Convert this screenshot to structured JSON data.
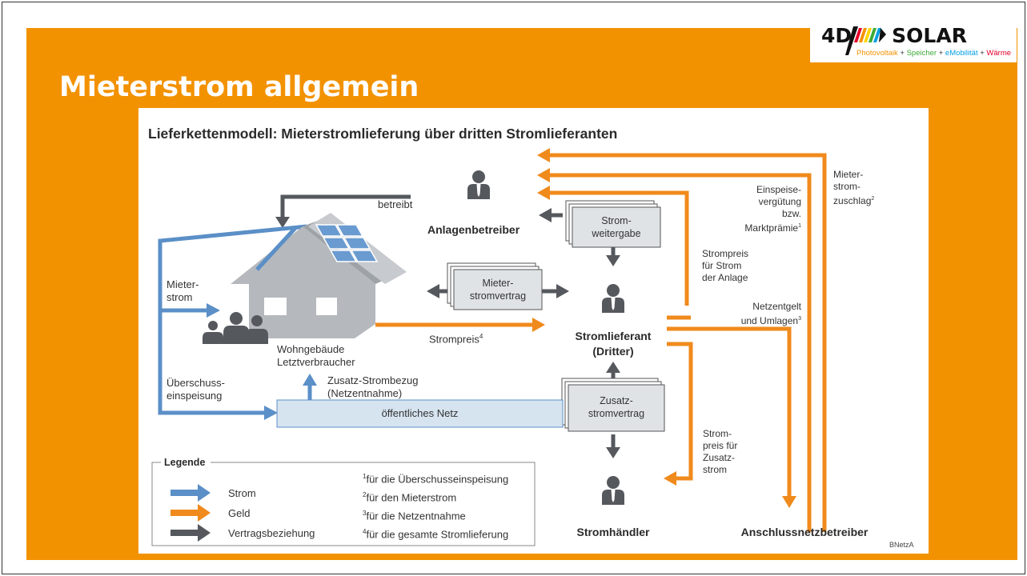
{
  "logo": {
    "brand_left": "4D",
    "brand_right": "SOLAR",
    "tag_part1": "Photovoltaik",
    "tag_plus1": " + ",
    "tag_part2": "Speicher",
    "tag_plus2": " + ",
    "tag_part3": "eMobilität",
    "tag_plus3": " + ",
    "tag_part4": "Wärme"
  },
  "slide_title": "Mieterstrom allgemein",
  "diagram": {
    "title": "Lieferkettenmodell: Mieterstromlieferung über dritten Stromlieferanten",
    "actors": {
      "anlagenbetreiber": "Anlagenbetreiber",
      "stromlieferant": [
        "Stromlieferant",
        "(Dritter)"
      ],
      "stromhaendler": "Stromhändler",
      "anschlussnetzbetreiber": "Anschlussnetzbetreiber",
      "wohngebaeude": [
        "Wohngebäude",
        "Letztverbraucher"
      ]
    },
    "boxes": {
      "stromweitergabe": [
        "Strom-",
        "weitergabe"
      ],
      "mieterstromvertrag": [
        "Mieter-",
        "stromvertrag"
      ],
      "zusatzstromvertrag": [
        "Zusatz-",
        "stromvertrag"
      ],
      "netz": "öffentliches Netz"
    },
    "labels": {
      "betreibt": "betreibt",
      "mieterstrom": [
        "Mieter-",
        "strom"
      ],
      "ueberschuss": [
        "Überschuss-",
        "einspeisung"
      ],
      "zusatz_bezug": [
        "Zusatz-Strombezug",
        "(Netzentnahme)"
      ],
      "strompreis": "Strompreis",
      "strompreis_sup": "4",
      "mieterstromzuschlag": [
        "Mieter-",
        "strom-",
        "zuschlag"
      ],
      "mieterstromzuschlag_sup": "2",
      "einspeiseverguetung": [
        "Einspeise-",
        "vergütung",
        "bzw.",
        "Marktprämie"
      ],
      "einspeiseverguetung_sup": "1",
      "strompreis_anlage": [
        "Strompreis",
        "für Strom",
        "der Anlage"
      ],
      "netzentgelt": [
        "Netzentgelt",
        "und Umlagen"
      ],
      "netzentgelt_sup": "3",
      "strompreis_zusatz": [
        "Strom-",
        "preis für",
        "Zusatz-",
        "strom"
      ]
    },
    "legend": {
      "title": "Legende",
      "items": [
        "Strom",
        "Geld",
        "Vertragsbeziehung"
      ],
      "notes": [
        {
          "sup": "1",
          "text": "für die Überschusseinspeisung"
        },
        {
          "sup": "2",
          "text": "für den Mieterstrom"
        },
        {
          "sup": "3",
          "text": "für die Netzentnahme"
        },
        {
          "sup": "4",
          "text": "für die gesamte Stromlieferung"
        }
      ]
    },
    "source": "BNetzA",
    "colors": {
      "strom": "#5b8fc7",
      "geld": "#f08a1c",
      "vertrag": "#55595e",
      "panel": "#f39200"
    }
  }
}
